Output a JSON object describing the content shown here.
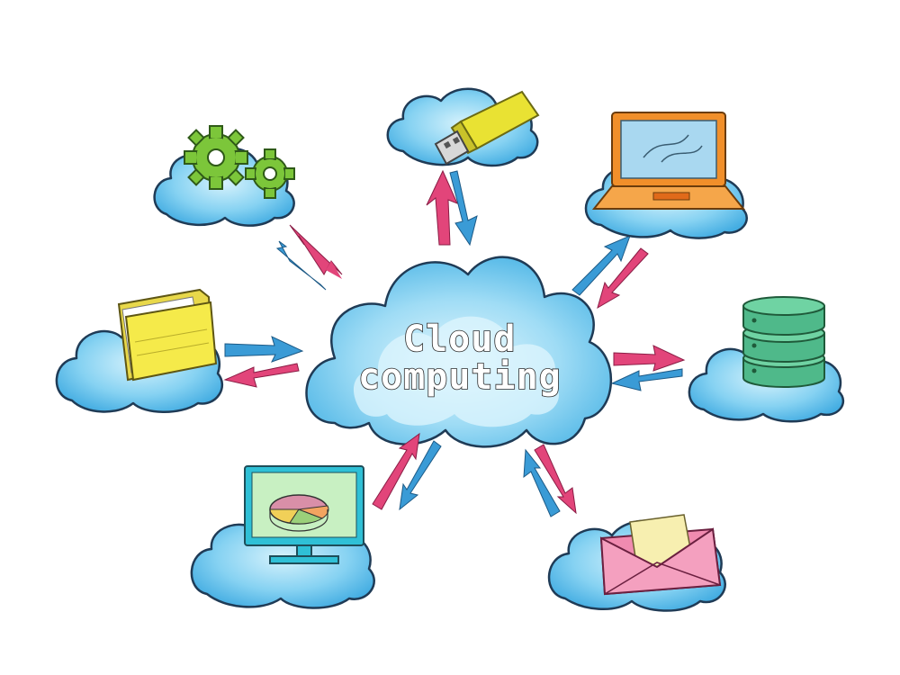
{
  "center": {
    "line1": "Cloud",
    "line2": "computing"
  },
  "colors": {
    "cloud_fill": "#6ec9ee",
    "cloud_inner": "#c7ecfb",
    "cloud_outline": "#1f3b56",
    "arrow_pink": "#e2457a",
    "arrow_blue": "#3a9bd6"
  },
  "nodes": [
    {
      "name": "gears",
      "icon": "gears-icon"
    },
    {
      "name": "usb-drive",
      "icon": "usb-drive-icon"
    },
    {
      "name": "laptop",
      "icon": "laptop-icon"
    },
    {
      "name": "folder",
      "icon": "folder-icon"
    },
    {
      "name": "database",
      "icon": "database-icon"
    },
    {
      "name": "monitor-chart",
      "icon": "pie-chart-monitor-icon"
    },
    {
      "name": "envelope",
      "icon": "envelope-icon"
    }
  ]
}
